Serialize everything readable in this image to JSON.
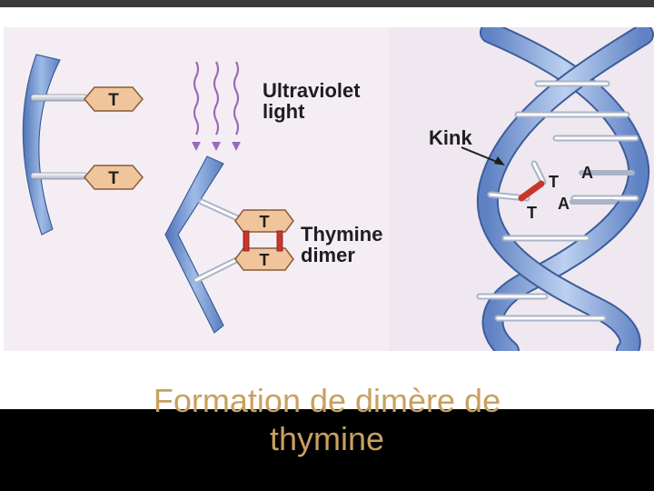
{
  "figure": {
    "base_T": "T",
    "base_A": "A",
    "labels": {
      "uv_line1": "Ultraviolet",
      "uv_line2": "light",
      "dimer_line1": "Thymine",
      "dimer_line2": "dimer",
      "kink": "Kink"
    }
  },
  "caption": {
    "line1": "Formation de dimère de",
    "line2": "thymine"
  },
  "colors": {
    "panel_bg": "#f4eef4",
    "right_panel_bg": "#efe8f0",
    "strand_blue": "#7f9fd4",
    "base_fill": "#f1c59b",
    "dimer_bond": "#c9362b",
    "caption": "#c8a060",
    "bottom_band": "#000000"
  },
  "icons": [
    "uv-wave-arrow-icon"
  ]
}
